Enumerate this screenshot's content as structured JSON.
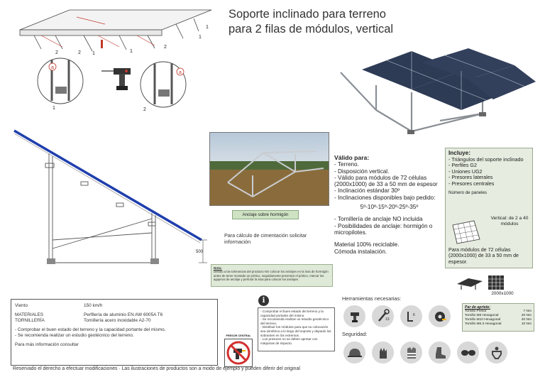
{
  "title": {
    "line1": "Soporte inclinado para terreno",
    "line2": "para 2 filas de módulos, vertical"
  },
  "drawing_labels": {
    "callout_a": "a",
    "detail_1": "1",
    "detail_2": "2",
    "height_dim": "500"
  },
  "anchor_button": "Anclaje sobre hormigón",
  "calc_text": "Para cálculo de cimentación solicitar información",
  "note": {
    "title": "Nota:",
    "text": "Debido a las tolerancias del producto NO colocar los anclajes en la losa de hormigón antes de tener montado un pórtico, seguidamente presentar el pórtico, marcar los agujeros de anclaje y perforar la losa para colocar los anclajes."
  },
  "valid_for": {
    "title": "Válido para:",
    "items": [
      "- Terreno.",
      "- Disposición vertical.",
      "- Válido para módulos de 72 células (2000x1000) de 33 a 50 mm de espesor",
      "- Inclinación estándar 30º",
      "- Inclinaciones disponibles bajo pedido:"
    ],
    "angles": "5º-10º-15º-20º-25º-35º",
    "items2": [
      "- Tornillería de anclaje NO incluida",
      "- Posibilidades de anclaje: hormigón o micropilotes."
    ],
    "material": "Material 100% reciclable.",
    "install": "Cómoda instalación."
  },
  "includes": {
    "title": "Incluye:",
    "items": [
      "- Triángulos del soporte inclinado",
      "- Perfiles G2",
      "- Uniones UG2",
      "- Presores laterales",
      "- Presores centrales"
    ],
    "panels_label": "Número de paneles",
    "vertical_label": "Vertical: de 2 a 40 módulos",
    "cells_text": "Para módulos de 72 células (2000x1000) de 33 a 50 mm de espesor."
  },
  "module_size": "2000x1000",
  "spec": {
    "rows": [
      {
        "key": "Viento",
        "value": "150 km/h"
      },
      {
        "key": "MATERIALES",
        "value": "Perfilería de aluminio EN AW 6005A T6"
      },
      {
        "key": "TORNILLERÍA",
        "value": "Tornillería acero inoxidable A2-70"
      }
    ],
    "notes": [
      "- Comprobar el buen estado del terreno y la capacidad portante del mismo.",
      "- Se recomienda realizar un estudio geotécnico del terreno."
    ],
    "more_info": "Para más información consultar"
  },
  "info_notes": [
    "- Comprobar el buen estado del terreno y la capacidad portante del mismo.",
    "- Se recomienda realizar un estudio geotécnico del terreno.",
    "- Distribuir los módulos para que su colocación sea simétrica a lo largo del soporte y dejando los sobrantes en los extremos.",
    "- Los presores no se deben apretar con máquinas de impacto."
  ],
  "presor_label": "PRESOR CENTRAL",
  "tools": {
    "label": "Herramientas necesarias:",
    "icons": [
      "drill-icon",
      "wrench-13-icon",
      "hex-key-6-icon",
      "tape-measure-icon"
    ],
    "wrench_size": "13",
    "hex_size": "6"
  },
  "safety": {
    "label": "Seguridad:",
    "icons": [
      "helmet-icon",
      "gloves-icon",
      "vest-icon",
      "boots-icon",
      "goggles-icon",
      "harness-icon"
    ]
  },
  "torque": {
    "title": "Par de apriete:",
    "rows": [
      {
        "name": "Tornillo Presor",
        "value": "7 Nm"
      },
      {
        "name": "Tornillo M8 Hexagonal",
        "value": "20 Nm"
      },
      {
        "name": "Tornillo M10 Hexagonal",
        "value": "40 Nm"
      },
      {
        "name": "Tornillo M6.3 Hexagonal",
        "value": "10 Nm"
      }
    ]
  },
  "footer": "Reservado el derecho a efectuar modificaciones · Las ilustraciones de productos son a modo de ejemplo y pueden diferir del original",
  "colors": {
    "note_bg": "#dfe9d8",
    "includes_bg": "#e6ecdf",
    "anchor_bg": "#cfe3c4",
    "panel_blue": "#1f3fae",
    "callout_red": "#c0392b"
  }
}
